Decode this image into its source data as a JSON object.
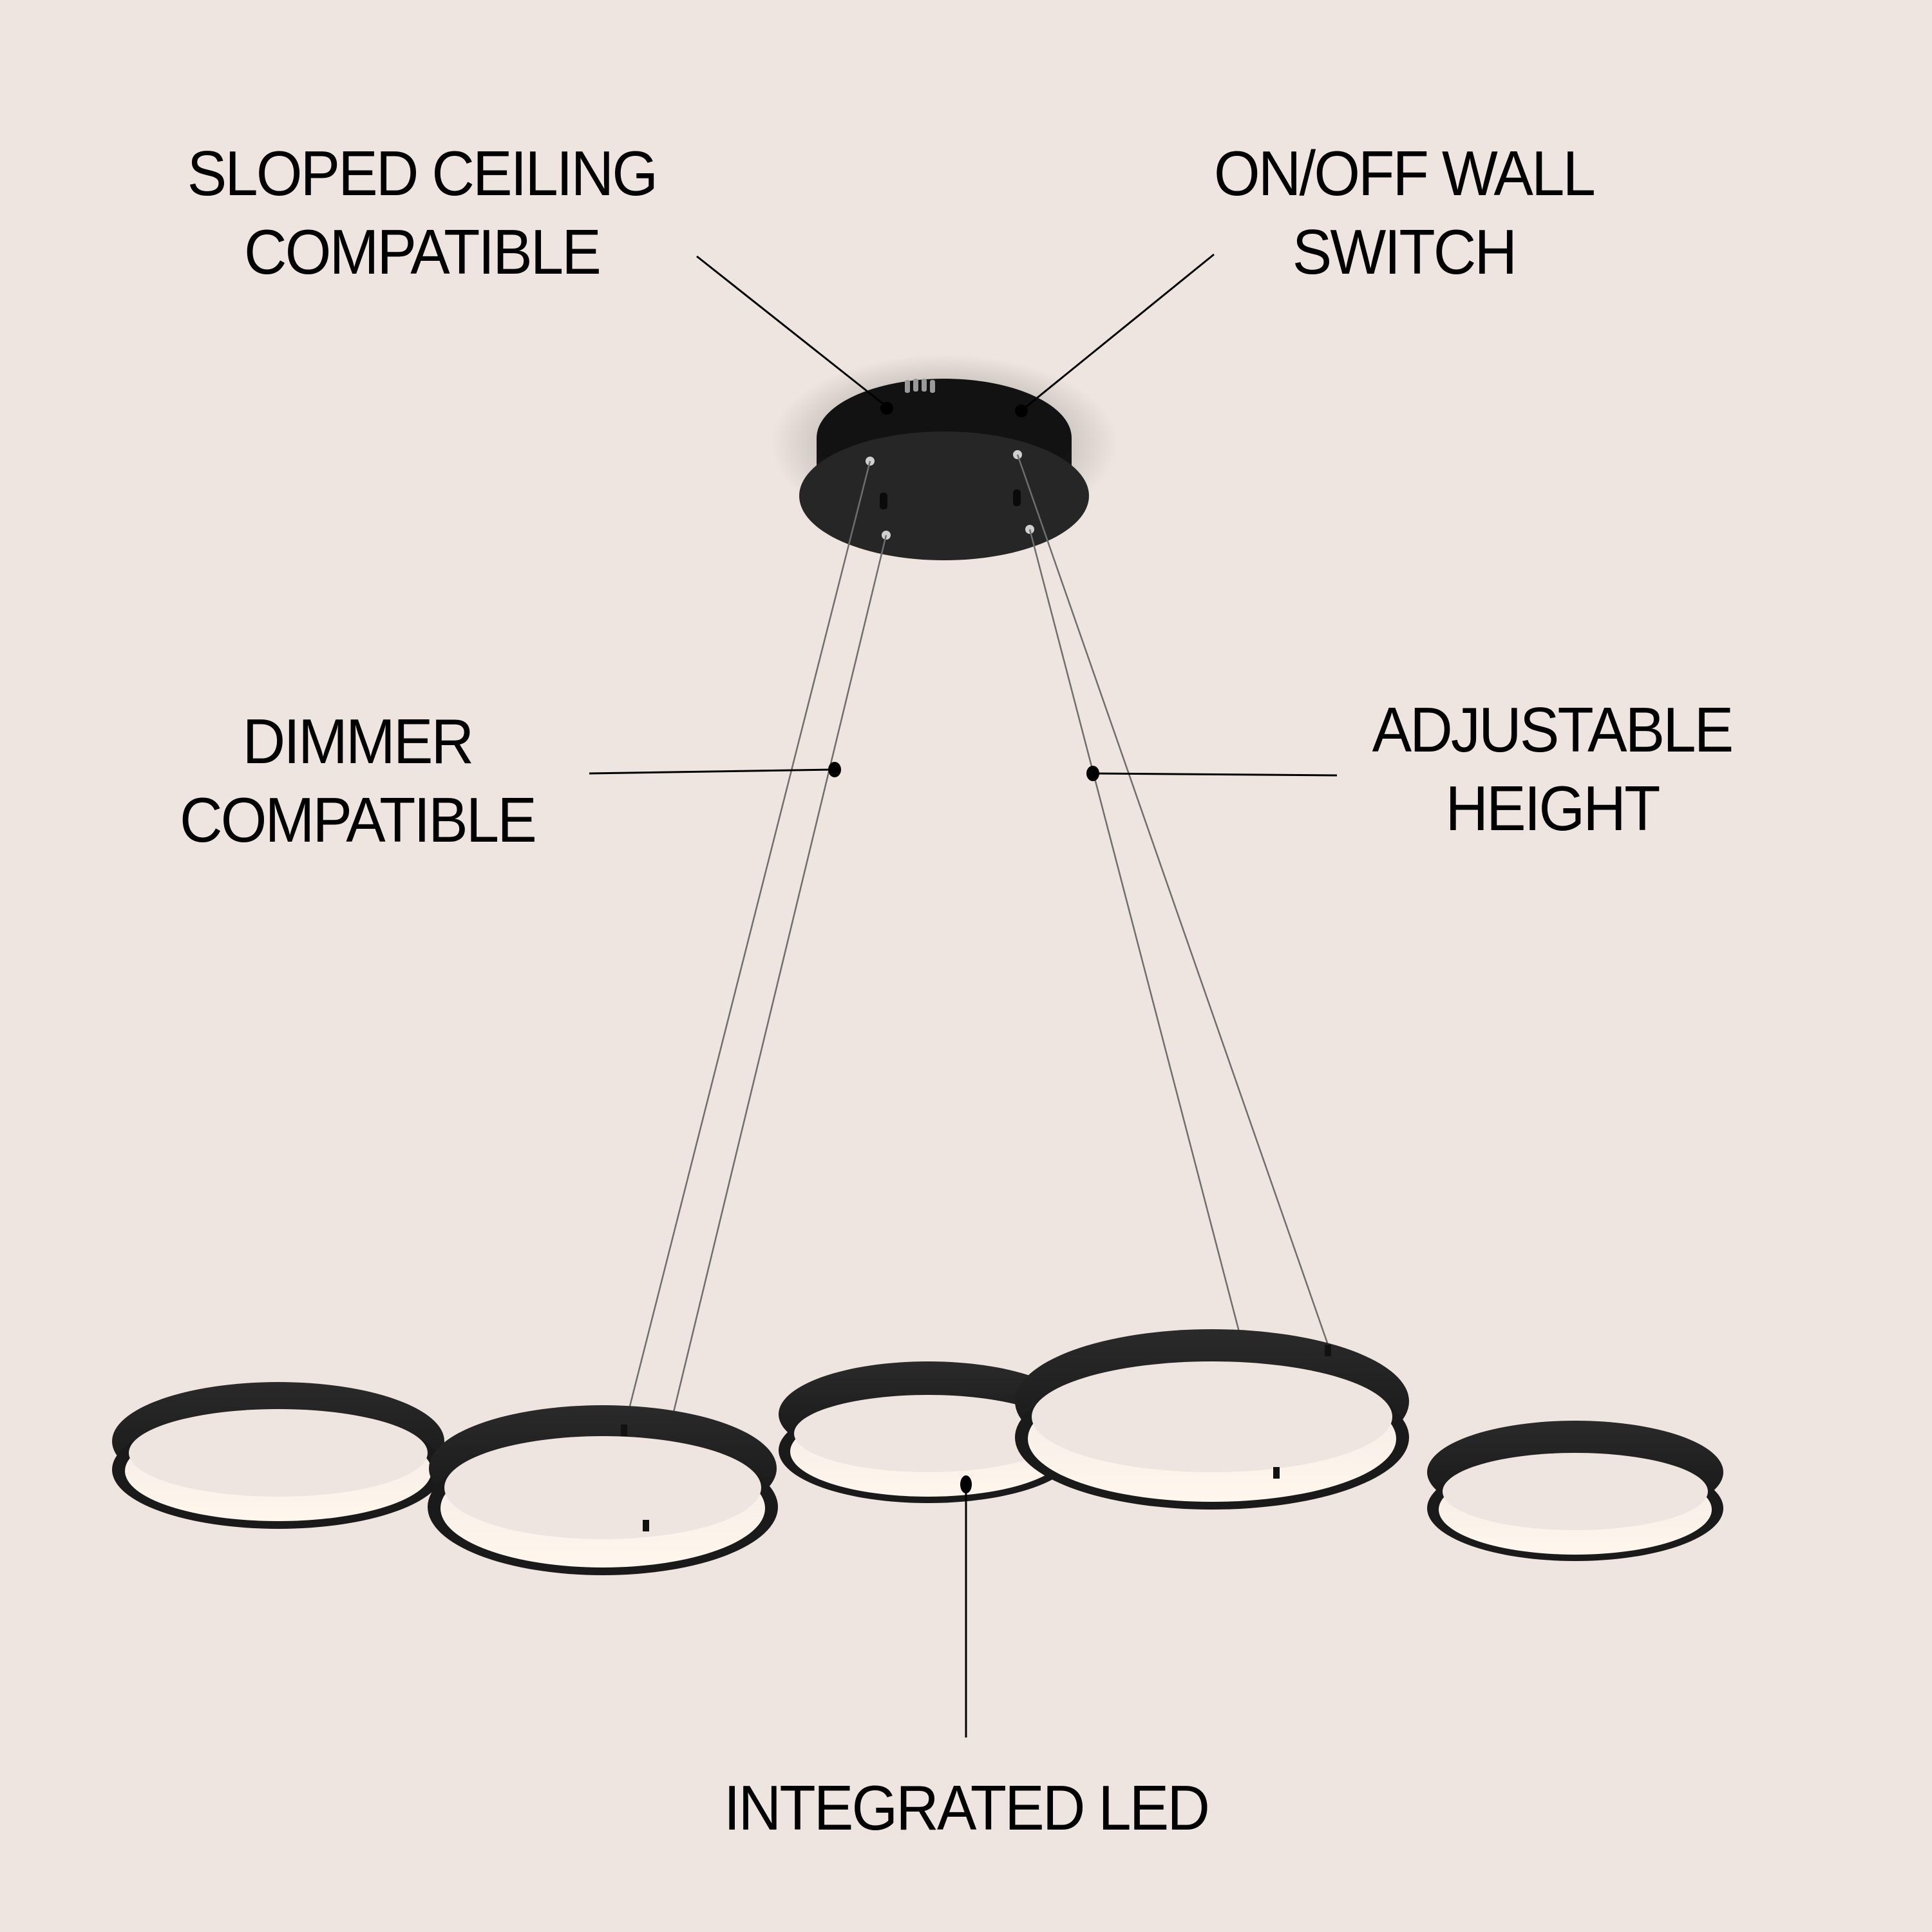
{
  "infographic": {
    "subject": "Five-ring LED linear pendant light",
    "background_color": "#EEE5E0",
    "text_color": "#000000",
    "fixture_color": "#1C1C1C",
    "led_glow_color": "#FFF4EA",
    "callouts": {
      "sloped_ceiling": {
        "line1": "SLOPED CEILING",
        "line2": "COMPATIBLE"
      },
      "on_off_switch": {
        "line1": "ON/OFF WALL",
        "line2": "SWITCH"
      },
      "dimmer": {
        "line1": "DIMMER",
        "line2": "COMPATIBLE"
      },
      "adjustable_height": {
        "line1": "ADJUSTABLE",
        "line2": "HEIGHT"
      },
      "integrated_led": {
        "line1": "INTEGRATED LED"
      }
    }
  }
}
